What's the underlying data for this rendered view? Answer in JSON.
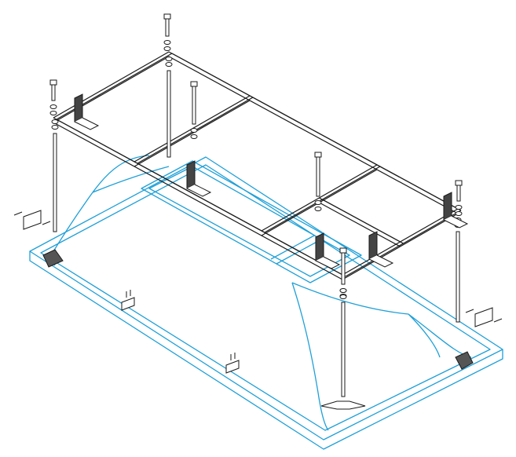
{
  "colors": {
    "background": "#ffffff",
    "frame_lines": "#1a1a1a",
    "bathtub_lines": "#1ea0d8"
  },
  "diagram": {
    "subject_icons": [
      "bathtub-outline",
      "support-frame",
      "adjustable-leg",
      "bolt",
      "bracket",
      "foot"
    ]
  }
}
